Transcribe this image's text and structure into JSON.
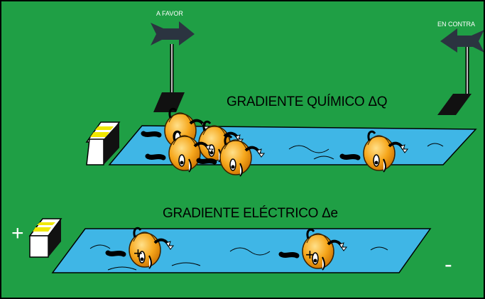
{
  "labels": {
    "favor": "A FAVOR",
    "contra": "EN CONTRA",
    "chemical_gradient": "GRADIENTE QUÍMICO  ΔQ",
    "electric_gradient": "GRADIENTE ELÉCTRICO  Δe",
    "plus": "+",
    "minus": "-"
  },
  "colors": {
    "background": "#1f9f45",
    "water": "#3fb6e6",
    "swimmer": "#f6a71c",
    "arrow": "#2b3440",
    "pad": "#111111",
    "stripe": "#f0e800"
  },
  "icons": [
    "arrow-right-icon",
    "arrow-left-icon",
    "battery-icon",
    "swimmer-icon"
  ]
}
